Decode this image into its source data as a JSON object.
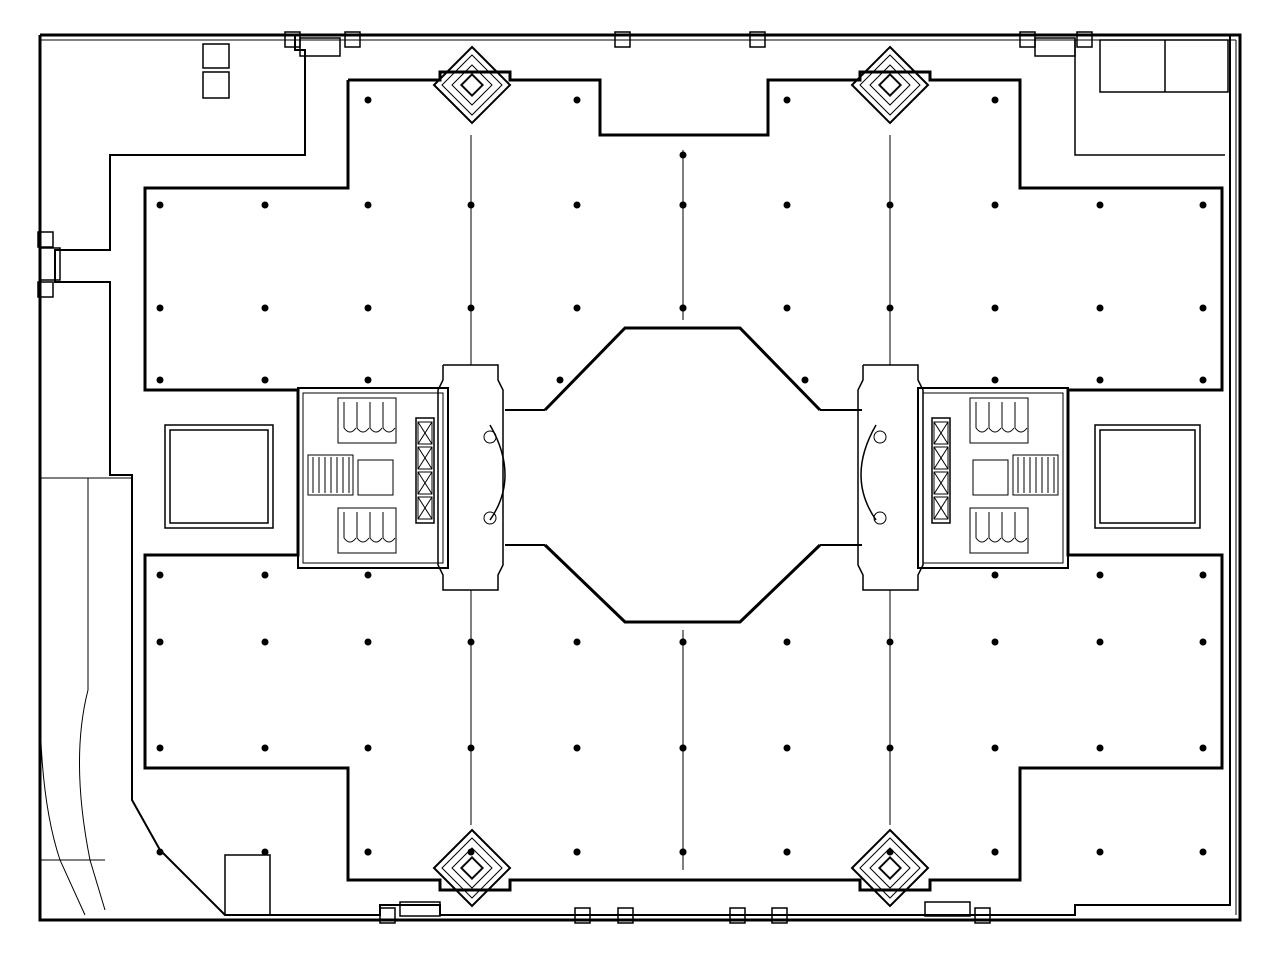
{
  "drawing": {
    "kind": "floor-plan",
    "line_color": "#000000",
    "background": "#ffffff",
    "column_grid": {
      "x": [
        160,
        265,
        368,
        471,
        577,
        683,
        787,
        890,
        995,
        1100,
        1203
      ],
      "rows_upper": [
        205,
        308,
        380
      ],
      "rows_lower": [
        575,
        642,
        748,
        852
      ],
      "core_skip_x": [
        471,
        683,
        890
      ]
    },
    "structure": {
      "core_count": 2,
      "light_wells": 2,
      "diagonal_stair_towers": 4,
      "central_atrium": "octagon"
    }
  }
}
